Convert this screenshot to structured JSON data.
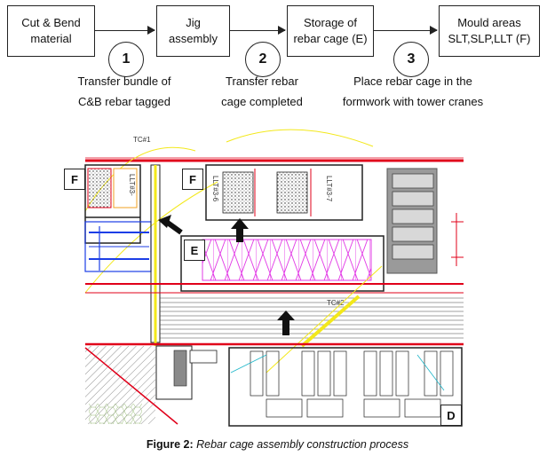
{
  "process": {
    "boxes": [
      {
        "line1": "Cut & Bend",
        "line2": "material"
      },
      {
        "line1": "Jig",
        "line2": "assembly"
      },
      {
        "line1": "Storage of",
        "line2": "rebar cage (E)"
      },
      {
        "line1": "Mould areas",
        "line2": "SLT,SLP,LLT (F)"
      }
    ],
    "steps": [
      {
        "num": "1",
        "line1": "Transfer bundle of",
        "line2": "C&B rebar tagged"
      },
      {
        "num": "2",
        "line1": "Transfer rebar",
        "line2": "cage completed"
      },
      {
        "num": "3",
        "line1": "Place rebar cage in the",
        "line2": "formwork with tower cranes"
      }
    ]
  },
  "plan": {
    "labels": {
      "f_left": "F",
      "f_mid": "F",
      "e": "E",
      "d": "D"
    },
    "crane_labels": {
      "tc1": "TC#1",
      "tc2": "TC#2"
    },
    "mould_labels": {
      "llt_left": "LLT#3-",
      "llt_mid": "LLT#3-6",
      "llt_right": "LLT#3-7"
    },
    "colors": {
      "red": "#e0001a",
      "magenta": "#e23be6",
      "yellow": "#f3e81a",
      "blue": "#1c3ee6",
      "grey": "#8a8a8a",
      "orange": "#f0a020"
    }
  },
  "caption": {
    "label": "Figure 2:",
    "text": "Rebar cage assembly construction process"
  }
}
